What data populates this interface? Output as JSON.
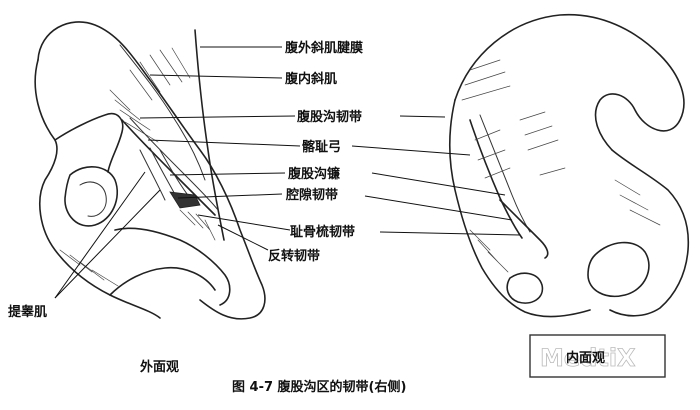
{
  "labels": {
    "external_oblique_aponeurosis": "腹外斜肌腱膜",
    "internal_oblique": "腹内斜肌",
    "inguinal_ligament": "腹股沟韧带",
    "iliopectineal_arch": "髂耻弓",
    "inguinal_falx": "腹股沟镰",
    "lacunar_ligament": "腔隙韧带",
    "pectineal_ligament": "耻骨梳韧带",
    "reflected_ligament": "反转韧带",
    "cremaster": "提睾肌"
  },
  "views": {
    "external": "外面观",
    "internal": "内面观"
  },
  "caption": "图 4-7   腹股沟区的韧带(右侧)",
  "watermark": "MedtiX",
  "colors": {
    "ink": "#222222",
    "background": "#ffffff"
  }
}
